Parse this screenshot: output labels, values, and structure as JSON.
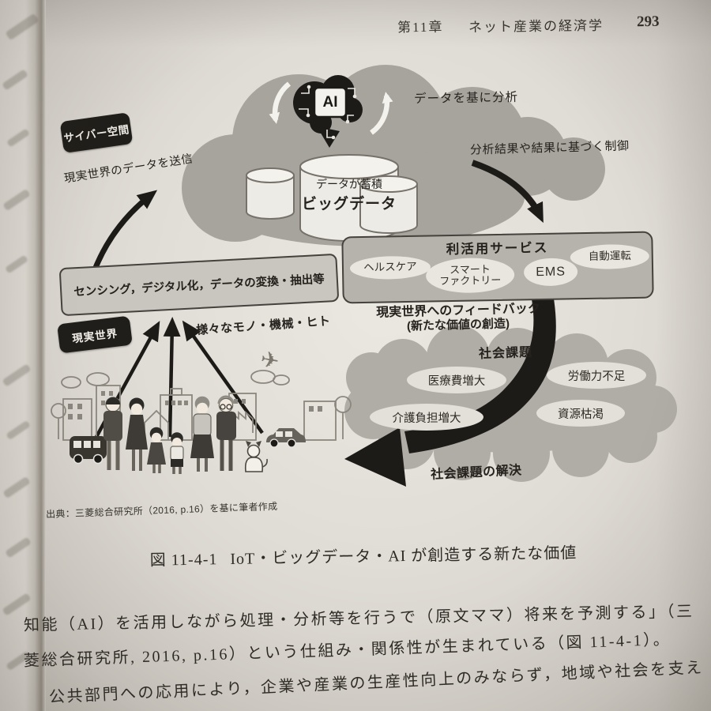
{
  "header": {
    "chapter": "第11章",
    "title": "ネット産業の経済学",
    "page_number": "293"
  },
  "figure": {
    "cyber_space_label": "サイバー空間",
    "real_world_label": "現実世界",
    "ai_chip_label": "AI",
    "analyze_note": "データを基に分析",
    "control_note": "分析結果や結果に基づく制御",
    "send_note": "現実世界のデータを送信",
    "bigdata_note": "データが蓄積",
    "bigdata_label": "ビッグデータ",
    "sensing_box_label": "センシング，デジタル化，データの変換・抽出等",
    "things_note": "様々なモノ・機械・ヒト",
    "feedback_line1": "現実世界へのフィードバック",
    "feedback_line2": "(新たな価値の創造)",
    "services": {
      "title": "利活用サービス",
      "items": [
        "ヘルスケア",
        "スマート\nファクトリー",
        "EMS",
        "自動運転"
      ]
    },
    "social_issues": {
      "title": "社会課題",
      "items": [
        "医療費増大",
        "労働力不足",
        "介護負担増大",
        "資源枯渇"
      ]
    },
    "solution_note": "社会課題の解決",
    "source": "出典：三菱総合研究所（2016, p.16）を基に筆者作成",
    "caption_label": "図 11-4-1",
    "caption_title": "IoT・ビッグデータ・AI が創造する新たな価値"
  },
  "body": {
    "lines": [
      "知能（AI）を活用しながら処理・分析等を行うで（原文ママ）将来を予測する」（三",
      "菱総合研究所, 2016, p.16）という仕組み・関係性が生まれている（図 11-4-1）。",
      "公共部門への応用により，企業や産業の生産性向上のみならず，地域や社会を支え"
    ]
  },
  "colors": {
    "page": "#e0dcd6",
    "cloud_gray": "#a7a39d",
    "social_cloud_gray": "#b0aca6",
    "panel_gray": "#b6b2ac",
    "label_black": "#201e1a",
    "arrow_black": "#1d1b18",
    "oval_white": "#e9e6df",
    "ink": "#2b2824"
  }
}
